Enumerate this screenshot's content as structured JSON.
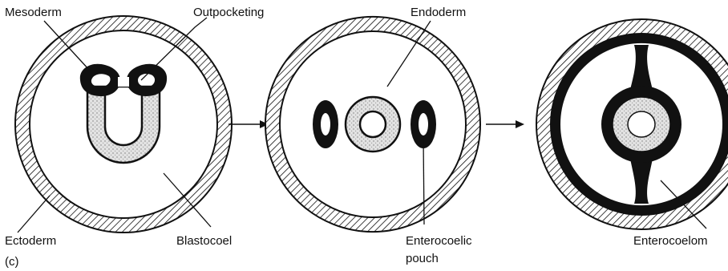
{
  "panel_label": "(c)",
  "labels": {
    "mesoderm": "Mesoderm",
    "outpocketing": "Outpocketing",
    "endoderm": "Endoderm",
    "ectoderm": "Ectoderm",
    "blastocoel": "Blastocoel",
    "enterocoelic_line1": "Enterocoelic",
    "enterocoelic_line2": "pouch",
    "enterocoelom": "Enterocoelom"
  },
  "colors": {
    "ink": "#111111",
    "stipple": "#d0d0d0",
    "paper": "#ffffff"
  }
}
